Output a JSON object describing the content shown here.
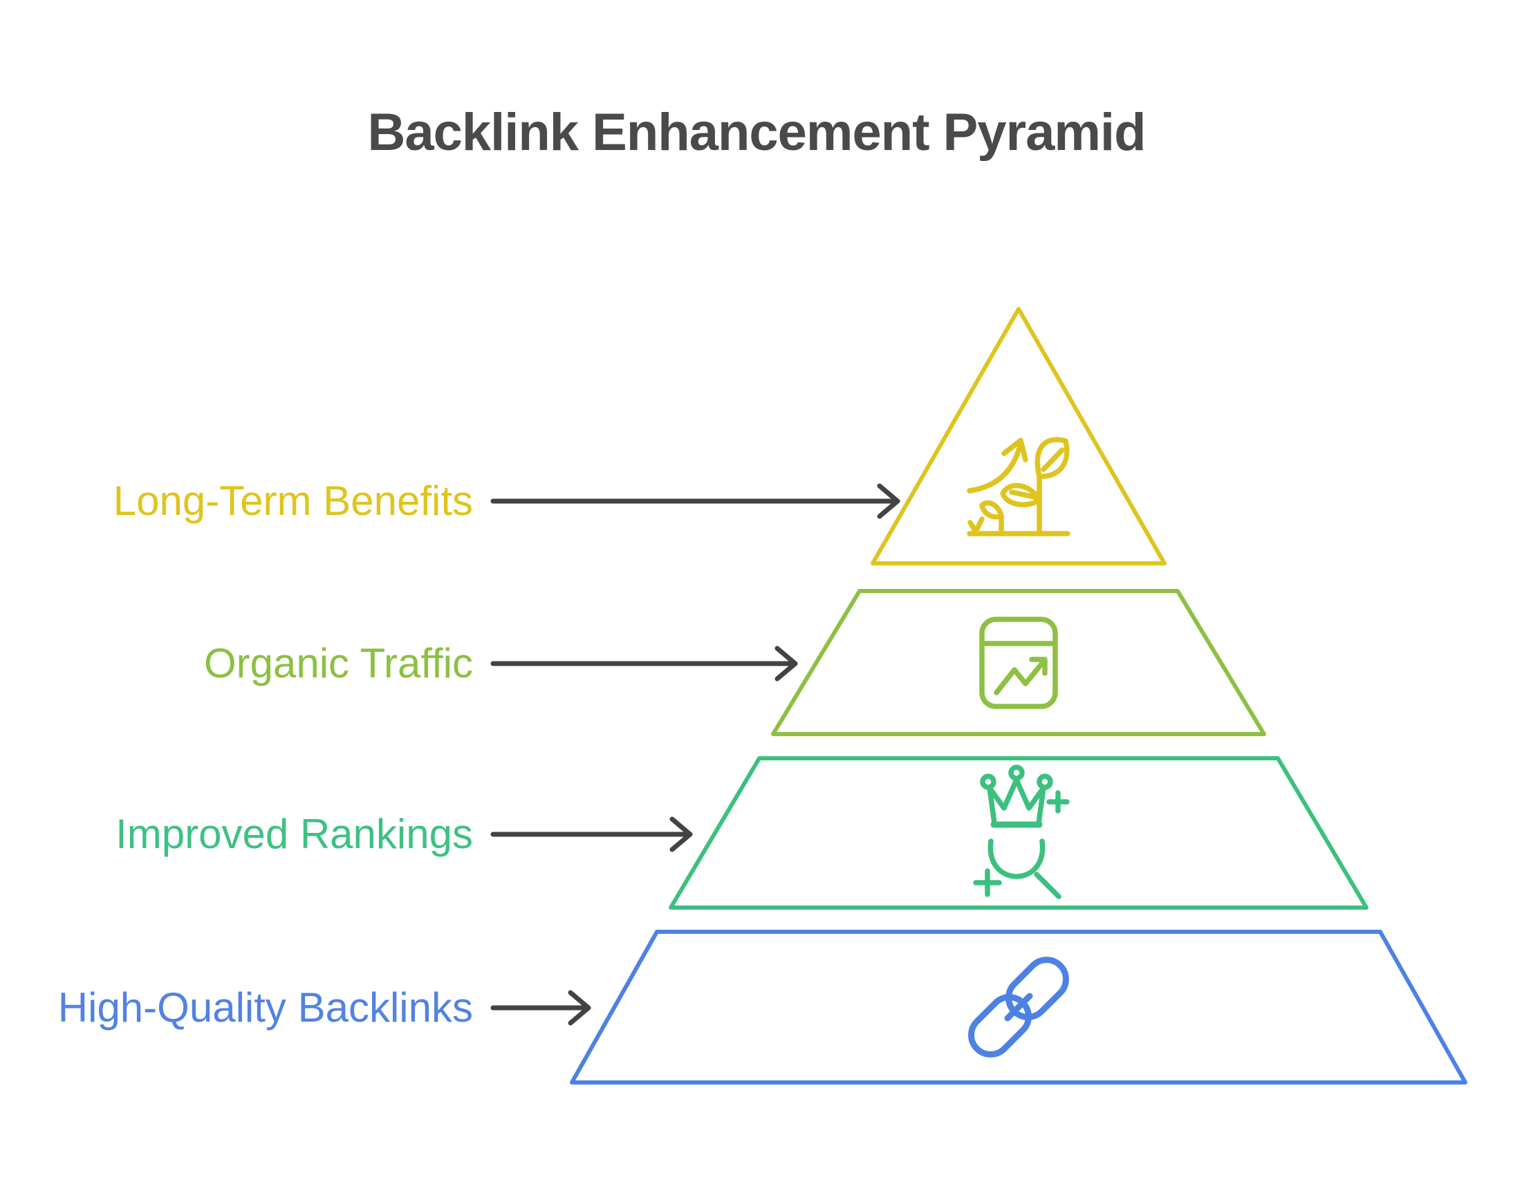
{
  "title": {
    "text": "Backlink Enhancement Pyramid",
    "color": "#4A4A4A"
  },
  "background": "#FFFFFF",
  "pyramid": {
    "arrow_color": "#434343",
    "tiers": [
      {
        "id": "long-term-benefits",
        "label": "Long-Term Benefits",
        "color": "#DFC420",
        "label_color": "#DFC41C",
        "icon": "growth-plant-icon",
        "level": 1
      },
      {
        "id": "organic-traffic",
        "label": "Organic Traffic",
        "color": "#8DC043",
        "label_color": "#8CC041",
        "icon": "analytics-chart-icon",
        "level": 2
      },
      {
        "id": "improved-rankings",
        "label": "Improved Rankings",
        "color": "#3CC07F",
        "label_color": "#3EC183",
        "icon": "crown-search-icon",
        "level": 3
      },
      {
        "id": "high-quality-backlinks",
        "label": "High-Quality Backlinks",
        "color": "#4D82E4",
        "label_color": "#5282E2",
        "icon": "chain-link-icon",
        "level": 4
      }
    ]
  }
}
